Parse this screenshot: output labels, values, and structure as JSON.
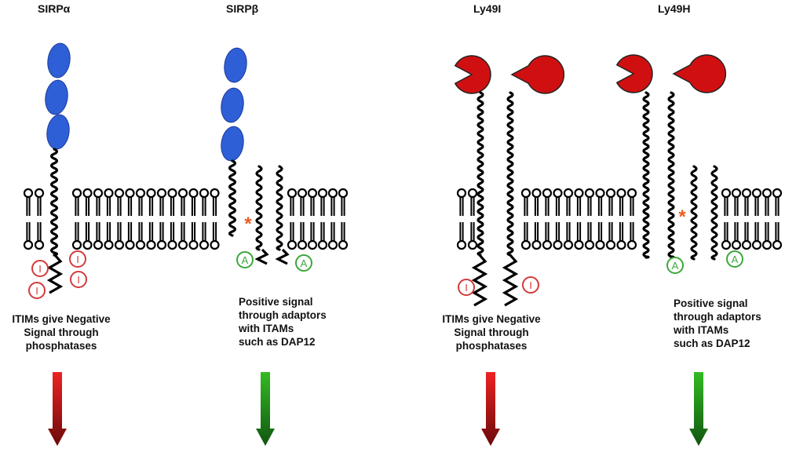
{
  "titles": {
    "sirpa": "SIRPα",
    "sirpb": "SIRPβ",
    "ly49i": "Ly49I",
    "ly49h": "Ly49H"
  },
  "descriptions": {
    "sirpa": [
      "ITIMs give Negative",
      "Signal through",
      "phosphatases"
    ],
    "sirpb": [
      "Positive signal",
      "through adaptors",
      "with ITAMs",
      "such as DAP12"
    ],
    "ly49i": [
      "ITIMs give Negative",
      "Signal through",
      "phosphatases"
    ],
    "ly49h": [
      "Positive signal",
      "through adaptors",
      "with ITAMs",
      "such as DAP12"
    ]
  },
  "motifs": {
    "itim": "I",
    "itam": "A",
    "phospho_marker": "*"
  },
  "colors": {
    "sirp_domain": "#2f5fd6",
    "ly49_domain": "#d01010",
    "itim_ring": "#d43a3a",
    "itam_ring": "#3aa83a",
    "asterisk": "#ee5a1c",
    "negative_arrow_top": "#ee2222",
    "negative_arrow_bottom": "#6a0a0a",
    "positive_arrow_top": "#33bb22",
    "positive_arrow_bottom": "#115511"
  }
}
